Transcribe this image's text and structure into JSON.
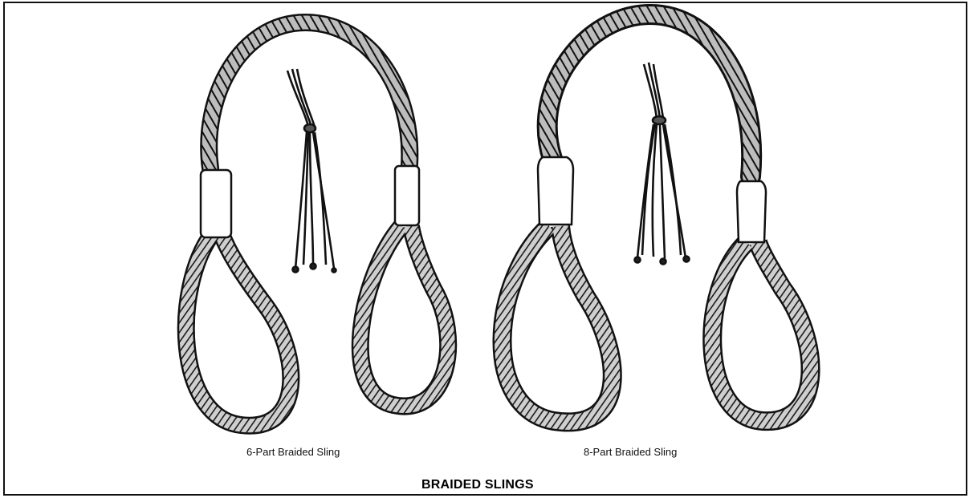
{
  "figure": {
    "title": "BRAIDED SLINGS",
    "slings": [
      {
        "label": "6-Part Braided Sling"
      },
      {
        "label": "8-Part Braided Sling"
      }
    ]
  },
  "colors": {
    "ink": "#111111",
    "rope_fill": "#9a9a9a",
    "sleeve_fill": "#ffffff"
  }
}
